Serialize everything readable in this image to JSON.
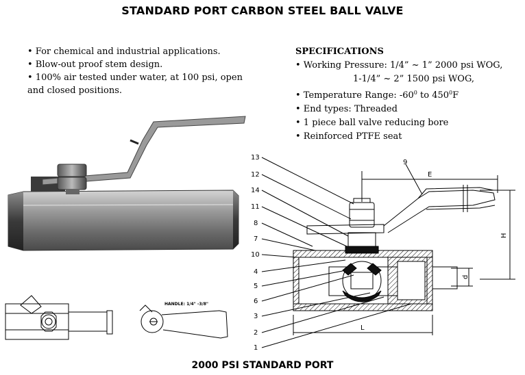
{
  "title": "STANDARD PORT CARBON STEEL BALL VALVE",
  "features": [
    "• For chemical and industrial applications.",
    "• Blow-out proof stem design.",
    "• 100% air tested under water, at 100 psi, open and closed positions."
  ],
  "specifications": {
    "heading": "SPECIFICATIONS",
    "pressure_line1": "• Working Pressure: 1/4” ~ 1” 2000 psi WOG,",
    "pressure_line2": "1-1/4” ~ 2” 1500 psi WOG,",
    "temperature_prefix": "• Temperature Range: -60",
    "temperature_mid": " to 450",
    "temperature_suffix": "F",
    "degree": "0",
    "end_types": "• End types: Threaded",
    "bore": "• 1 piece ball valve reducing bore",
    "seat": "• Reinforced PTFE seat"
  },
  "handle_label": "HANDLE: 1/4\" -3/8\"",
  "callouts": [
    "13",
    "12",
    "14",
    "11",
    "8",
    "7",
    "10",
    "4",
    "5",
    "6",
    "3",
    "2",
    "1",
    "9"
  ],
  "dimensions": {
    "E": "E",
    "H": "H",
    "d": "d",
    "L": "L"
  },
  "footer": "2000 PSI STANDARD PORT"
}
